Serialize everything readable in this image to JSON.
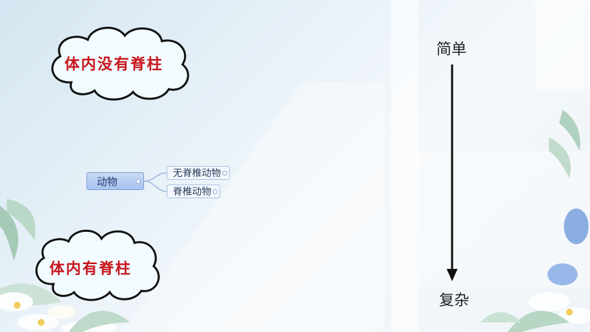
{
  "clouds": {
    "top": "体内没有脊柱",
    "bottom": "体内有脊柱"
  },
  "mindmap": {
    "root": "动物",
    "children": [
      "无脊椎动物",
      "脊椎动物"
    ]
  },
  "axis": {
    "top": "简单",
    "bottom": "复杂"
  },
  "colors": {
    "cloud_text": "#c8161d",
    "cloud_fill": "#f2fbff",
    "mindmap_root": "#a8c3ee"
  }
}
